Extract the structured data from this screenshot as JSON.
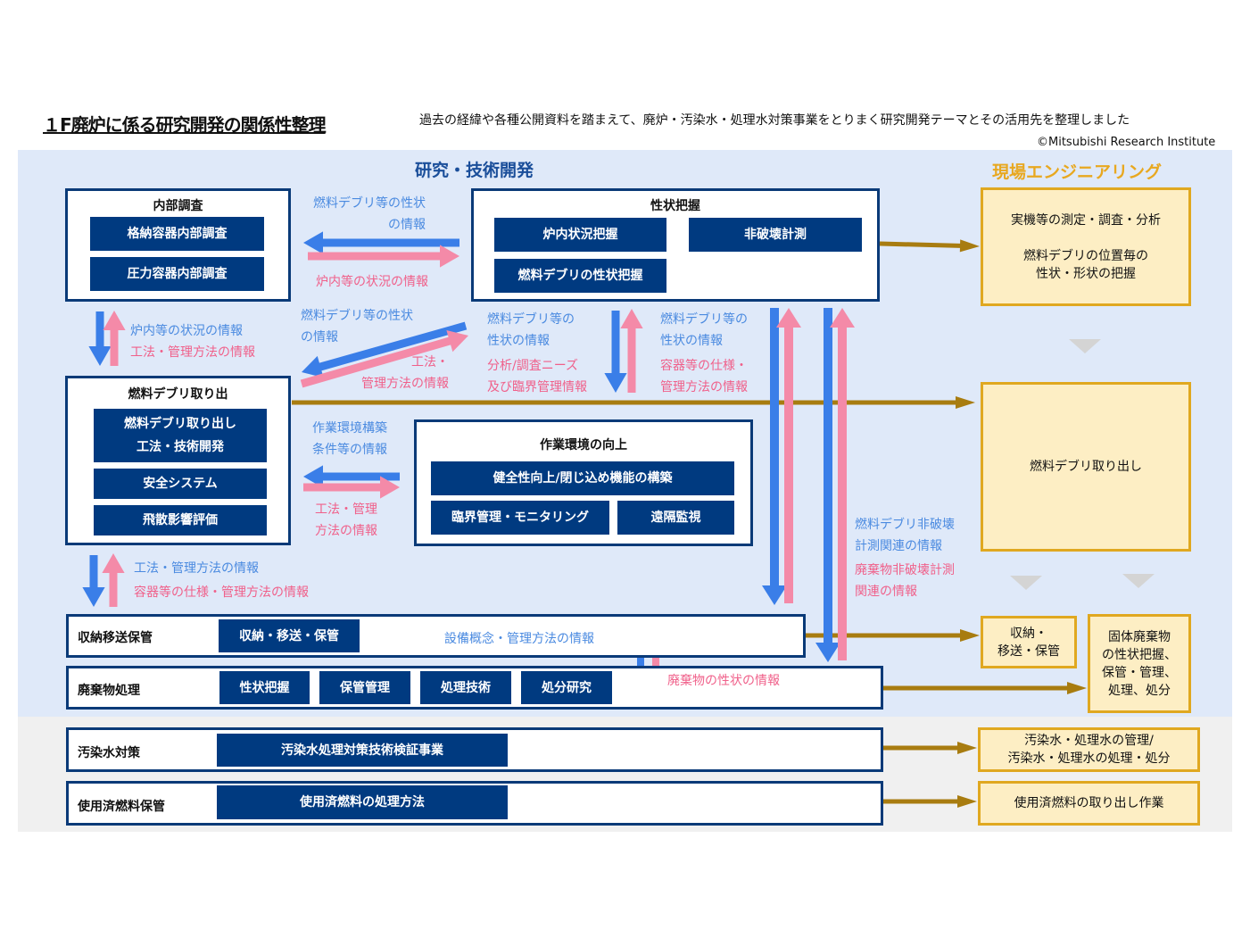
{
  "header": {
    "title": "１F廃炉に係る研究開発の関係性整理",
    "description": "過去の経緯や各種公開資料を踏まえて、廃炉・汚染水・処理水対策事業をとりまく研究開発テーマとその活用先を整理しました",
    "copyright": "©Mitsubishi Research Institute"
  },
  "sections": {
    "rd": "研究・技術開発",
    "field": "現場エンジニアリング"
  },
  "boxes": {
    "internal": {
      "title": "内部調査",
      "items": [
        "格納容器内部調査",
        "圧力容器内部調査"
      ]
    },
    "characterization": {
      "title": "性状把握",
      "items": [
        "炉内状況把握",
        "非破壊計測",
        "燃料デブリの性状把握"
      ]
    },
    "retrieval": {
      "title": "燃料デブリ取り出",
      "items": [
        "燃料デブリ取り出し\n工法・技術開発",
        "安全システム",
        "飛散影響評価"
      ]
    },
    "environment": {
      "title": "作業環境の向上",
      "items": [
        "健全性向上/閉じ込め機能の構築",
        "臨界管理・モニタリング",
        "遠隔監視"
      ]
    }
  },
  "rows": [
    {
      "label": "収納移送保管",
      "items": [
        "収納・移送・保管"
      ]
    },
    {
      "label": "廃棄物処理",
      "items": [
        "性状把握",
        "保管管理",
        "処理技術",
        "処分研究"
      ]
    },
    {
      "label": "汚染水対策",
      "items": [
        "汚染水処理対策技術検証事業"
      ]
    },
    {
      "label": "使用済燃料保管",
      "items": [
        "使用済燃料の処理方法"
      ]
    }
  ],
  "field_boxes": [
    "実機等の測定・調査・分析\n\n燃料デブリの位置毎の\n性状・形状の把握",
    "燃料デブリ取り出し",
    "収納・\n移送・保管",
    "固体廃棄物\nの性状把握、\n保管・管理、\n処理、処分",
    "汚染水・処理水の管理/\n汚染水・処理水の処理・処分",
    "使用済燃料の取り出し作業"
  ],
  "labels": {
    "l1b": "燃料デブリ等の性状\n　　　　　　の情報",
    "l1p": "炉内等の状況の情報",
    "l2b": "燃料デブリ等の性状\nの情報",
    "l2p": "工法・\n管理方法の情報",
    "l3b": "燃料デブリ等の\n性状の情報",
    "l3p": "分析/調査ニーズ\n及び臨界管理情報",
    "l4b": "燃料デブリ等の\n性状の情報",
    "l4p": "容器等の仕様・\n管理方法の情報",
    "l5b": "炉内等の状況の情報",
    "l5p": "工法・管理方法の情報",
    "l6b": "作業環境構築\n条件等の情報",
    "l6p": "工法・管理\n方法の情報",
    "l7b": "工法・管理方法の情報",
    "l7p": "容器等の仕様・管理方法の情報",
    "l8b": "燃料デブリ非破壊\n計測関連の情報",
    "l8p": "廃棄物非破壊計測\n関連の情報",
    "l9b": "設備概念・管理方法の情報",
    "l9p": "廃棄物の性状の情報"
  },
  "colors": {
    "navy": "#003a80",
    "blue": "#3a7ee8",
    "pink": "#f48aa8",
    "gold": "#a87c10",
    "field": "#e8a820"
  }
}
